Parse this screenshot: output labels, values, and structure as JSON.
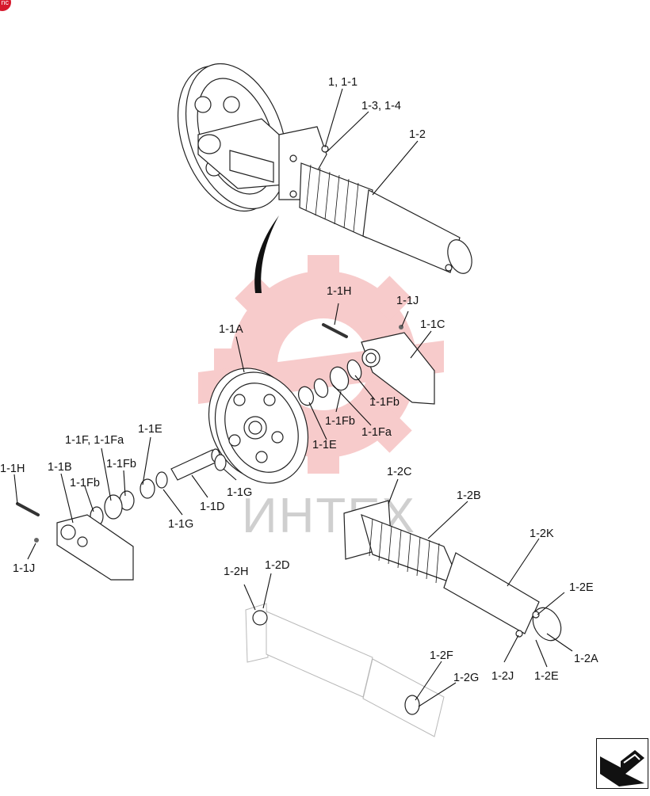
{
  "corner_badge": "nc",
  "watermark": "ИНТЕХ",
  "labels": {
    "l_1_11": "1, 1-1",
    "l_13_14": "1-3, 1-4",
    "l_12_top": "1-2",
    "l_11H_top": "1-1H",
    "l_11J_top": "1-1J",
    "l_11A": "1-1A",
    "l_11C": "1-1C",
    "l_11Fb_r": "1-1Fb",
    "l_11Fb_m": "1-1Fb",
    "l_11Fa_r": "1-1Fa",
    "l_11E_r": "1-1E",
    "l_11E_l": "1-1E",
    "l_11F_11Fa": "1-1F, 1-1Fa",
    "l_11Fb_l1": "1-1Fb",
    "l_11Fb_l2": "1-1Fb",
    "l_11H_l": "1-1H",
    "l_11B": "1-1B",
    "l_11J_l": "1-1J",
    "l_11G_1": "1-1G",
    "l_11G_2": "1-1G",
    "l_11D": "1-1D",
    "l_12C": "1-2C",
    "l_12B": "1-2B",
    "l_12K": "1-2K",
    "l_12E_1": "1-2E",
    "l_12A": "1-2A",
    "l_12J": "1-2J",
    "l_12E_2": "1-2E",
    "l_12H": "1-2H",
    "l_12D": "1-2D",
    "l_12F": "1-2F",
    "l_12G": "1-2G"
  }
}
